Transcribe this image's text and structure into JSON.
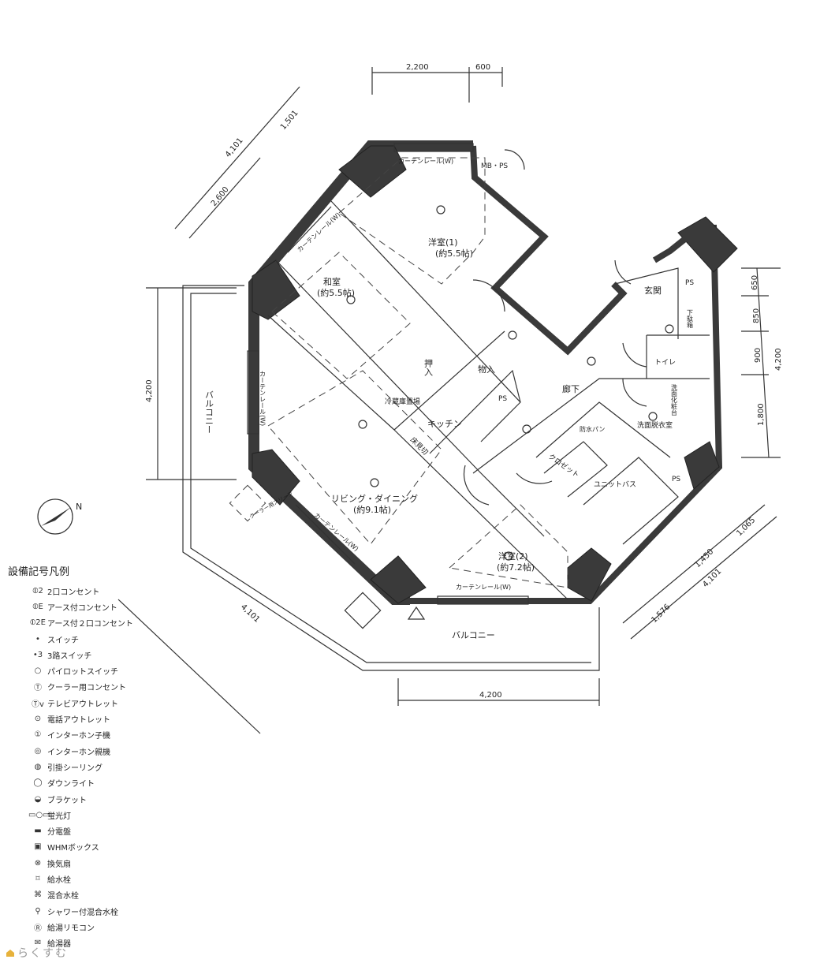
{
  "plan": {
    "rooms": {
      "western1": "洋室(1)",
      "western1_size": "(約5.5帖)",
      "japanese": "和室",
      "japanese_size": "(約5.5帖)",
      "oshiire": "押入",
      "storage": "物入",
      "ps_kitchen": "PS",
      "fridge": "冷蔵庫置場",
      "kitchen": "キッチン",
      "floor_edge": "床見切",
      "hallway": "廊下",
      "entrance": "玄関",
      "ps_entrance": "PS",
      "shoe_box": "下駄箱",
      "toilet": "トイレ",
      "vanity": "洗面化粧台",
      "washroom": "洗面脱衣室",
      "washer_pan": "防水パン",
      "closet": "クロゼット",
      "unit_bath": "ユニットバス",
      "ps_bath": "PS",
      "living": "リビング・ダイニング",
      "living_size": "(約9.1帖)",
      "western2": "洋室(2)",
      "western2_size": "(約7.2帖)",
      "balcony_west": "バルコニー",
      "balcony_south": "バルコニー",
      "mb_ps": "MB・PS",
      "cooler_sleeve": "クーラー用スリーブ",
      "curtain_rail": "カーテンレール(W)"
    },
    "dimensions": {
      "top_a": "2,200",
      "top_b": "600",
      "nw_total": "4,101",
      "nw_a": "1,501",
      "nw_b": "2,600",
      "left": "4,200",
      "bottom": "4,200",
      "sw": "4,101",
      "right_a": "650",
      "right_b": "850",
      "right_c": "900",
      "right_d": "1,800",
      "right_total": "4,200",
      "se_a": "1,065",
      "se_b": "1,450",
      "se_total": "4,101",
      "se_c": "1,576"
    },
    "compass": "N"
  },
  "legend": {
    "title": "設備記号凡例",
    "items": [
      {
        "symbol": "⦶2",
        "label": "2口コンセント"
      },
      {
        "symbol": "⦶E",
        "label": "アース付コンセント"
      },
      {
        "symbol": "⦶2E",
        "label": "アース付２口コンセント"
      },
      {
        "symbol": "•",
        "label": "スイッチ"
      },
      {
        "symbol": "•3",
        "label": "3路スイッチ"
      },
      {
        "symbol": "○",
        "label": "パイロットスイッチ"
      },
      {
        "symbol": "Ⓣ",
        "label": "クーラー用コンセント"
      },
      {
        "symbol": "Ⓣv",
        "label": "テレビアウトレット"
      },
      {
        "symbol": "⊙",
        "label": "電話アウトレット"
      },
      {
        "symbol": "①",
        "label": "インターホン子機"
      },
      {
        "symbol": "◎",
        "label": "インターホン親機"
      },
      {
        "symbol": "◍",
        "label": "引掛シーリング"
      },
      {
        "symbol": "◯",
        "label": "ダウンライト"
      },
      {
        "symbol": "◒",
        "label": "ブラケット"
      },
      {
        "symbol": "▭○▭",
        "label": "蛍光灯"
      },
      {
        "symbol": "▬",
        "label": "分電盤"
      },
      {
        "symbol": "▣",
        "label": "WHMボックス"
      },
      {
        "symbol": "⊗",
        "label": "換気扇"
      },
      {
        "symbol": "⌑",
        "label": "給水栓"
      },
      {
        "symbol": "⌘",
        "label": "混合水栓"
      },
      {
        "symbol": "⚲",
        "label": "シャワー付混合水栓"
      },
      {
        "symbol": "Ⓡ",
        "label": "給湯リモコン"
      },
      {
        "symbol": "✉",
        "label": "給湯器"
      }
    ]
  },
  "watermark": "らくすむ"
}
